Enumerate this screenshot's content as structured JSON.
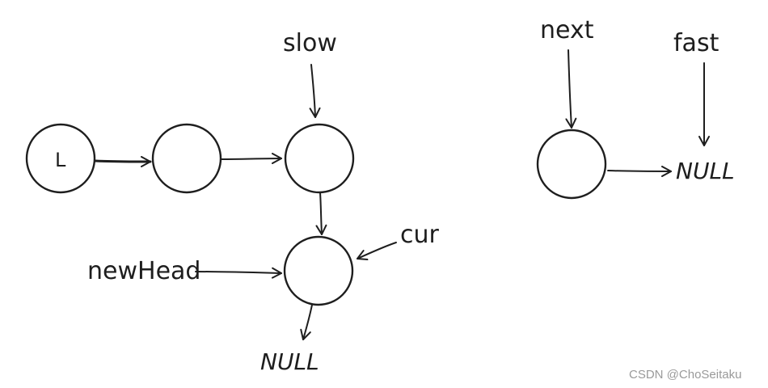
{
  "diagram": {
    "nodes": [
      {
        "id": "n1",
        "text": "L"
      },
      {
        "id": "n2",
        "text": ""
      },
      {
        "id": "n3",
        "text": ""
      },
      {
        "id": "n4",
        "text": ""
      },
      {
        "id": "n5",
        "text": ""
      }
    ],
    "labels": {
      "slow": "slow",
      "next": "next",
      "fast": "fast",
      "cur": "cur",
      "newHead": "newHead",
      "null_bottom": "NULL",
      "null_right": "NULL"
    }
  },
  "watermark": "CSDN @ChoSeitaku"
}
